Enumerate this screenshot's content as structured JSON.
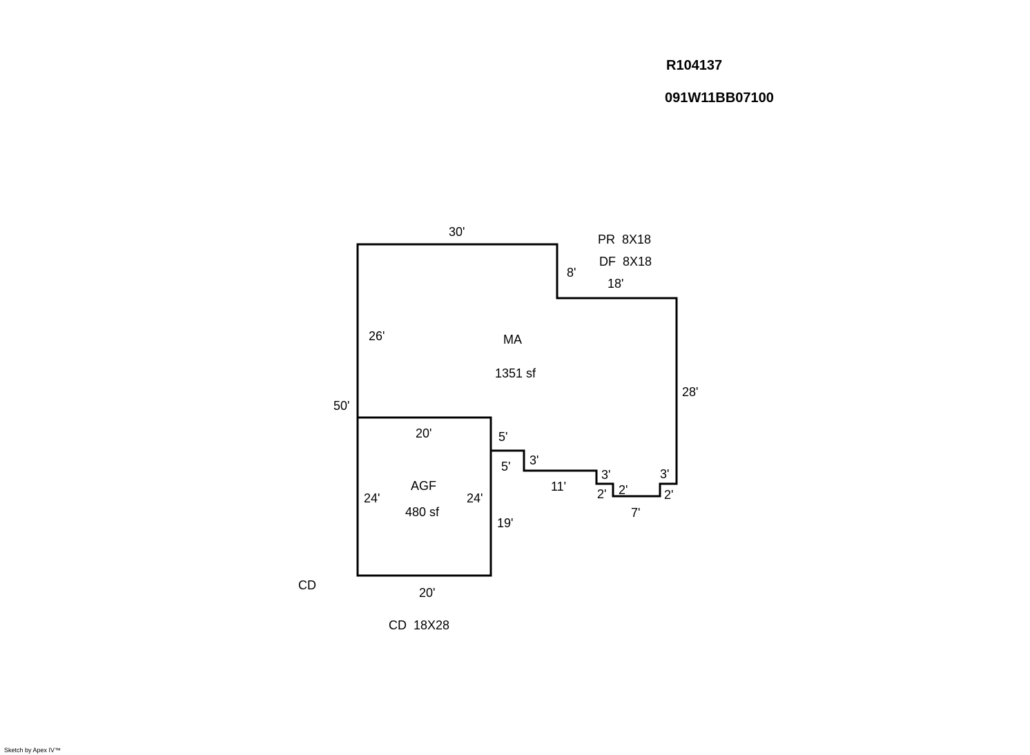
{
  "header": {
    "record_id": "R104137",
    "parcel_number": "091W11BB07100"
  },
  "areas": {
    "main": {
      "code": "MA",
      "area": "1351 sf"
    },
    "garage": {
      "code": "AGF",
      "area": "480 sf"
    }
  },
  "notes": {
    "porch": "PR  8X18",
    "deck_front": "DF  8X18",
    "concrete_label": "CD",
    "concrete_size": "CD  18X28"
  },
  "dimensions": {
    "top": "30'",
    "notch_right": "8'",
    "notch_top": "18'",
    "left_upper": "26'",
    "left_total": "50'",
    "right": "28'",
    "garage_top": "20'",
    "garage_left": "24'",
    "garage_right": "24'",
    "garage_bottom": "20'",
    "step1_vertical": "5'",
    "step1_inner": "5'",
    "step1_horizontal": "3'",
    "run_11": "11'",
    "step2_vertical": "3'",
    "step2_inner": "2'",
    "step2_horizontal": "2'",
    "bottom_run": "7'",
    "step3_vertical": "3'",
    "step3_inner": "2'",
    "lower_right_wall": "19'"
  },
  "footer": {
    "credit": "Sketch by Apex IV™"
  }
}
